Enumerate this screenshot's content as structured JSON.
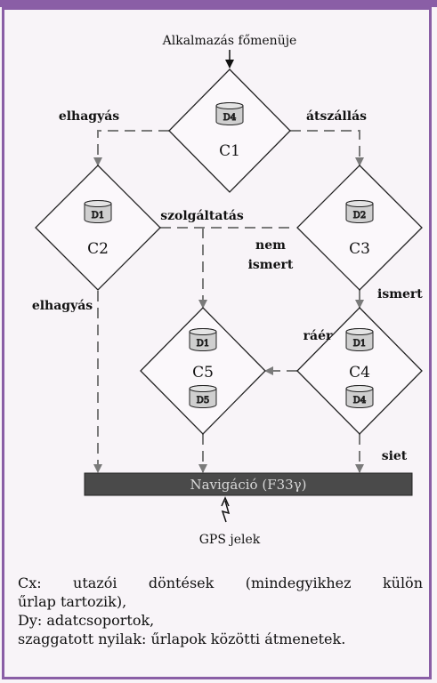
{
  "colors": {
    "frame": "#8a5ea6",
    "background": "#f8f4f8",
    "navigation_bar": "#4a4a4a",
    "database_fill": "#cfcfcf",
    "arrow": "#7a7a7a"
  },
  "diagram": {
    "entry": "Alkalmazás főmenüje",
    "nodes": {
      "c1": {
        "label": "C1",
        "databases": [
          "D4"
        ]
      },
      "c2": {
        "label": "C2",
        "databases": [
          "D1"
        ]
      },
      "c3": {
        "label": "C3",
        "databases": [
          "D2"
        ]
      },
      "c4": {
        "label": "C4",
        "databases": [
          "D1",
          "D4"
        ]
      },
      "c5": {
        "label": "C5",
        "databases": [
          "D1",
          "D5"
        ]
      }
    },
    "edges": {
      "elhagyas_top": "elhagyás",
      "atszallas": "átszállás",
      "szolgaltatas": "szolgáltatás",
      "nem_ismert_1": "nem",
      "nem_ismert_2": "ismert",
      "ismert": "ismert",
      "elhagyas_left": "elhagyás",
      "raer": "ráér",
      "siet": "siet"
    },
    "navigation": "Navigáció (F33γ)",
    "gps": "GPS jelek"
  },
  "caption": {
    "line1": "Cx: utazói döntések (mindegyikhez külön",
    "line2": "űrlap tartozik),",
    "line3": "Dy: adatcsoportok,",
    "line4": "szaggatott nyilak: űrlapok közötti átmenetek."
  }
}
